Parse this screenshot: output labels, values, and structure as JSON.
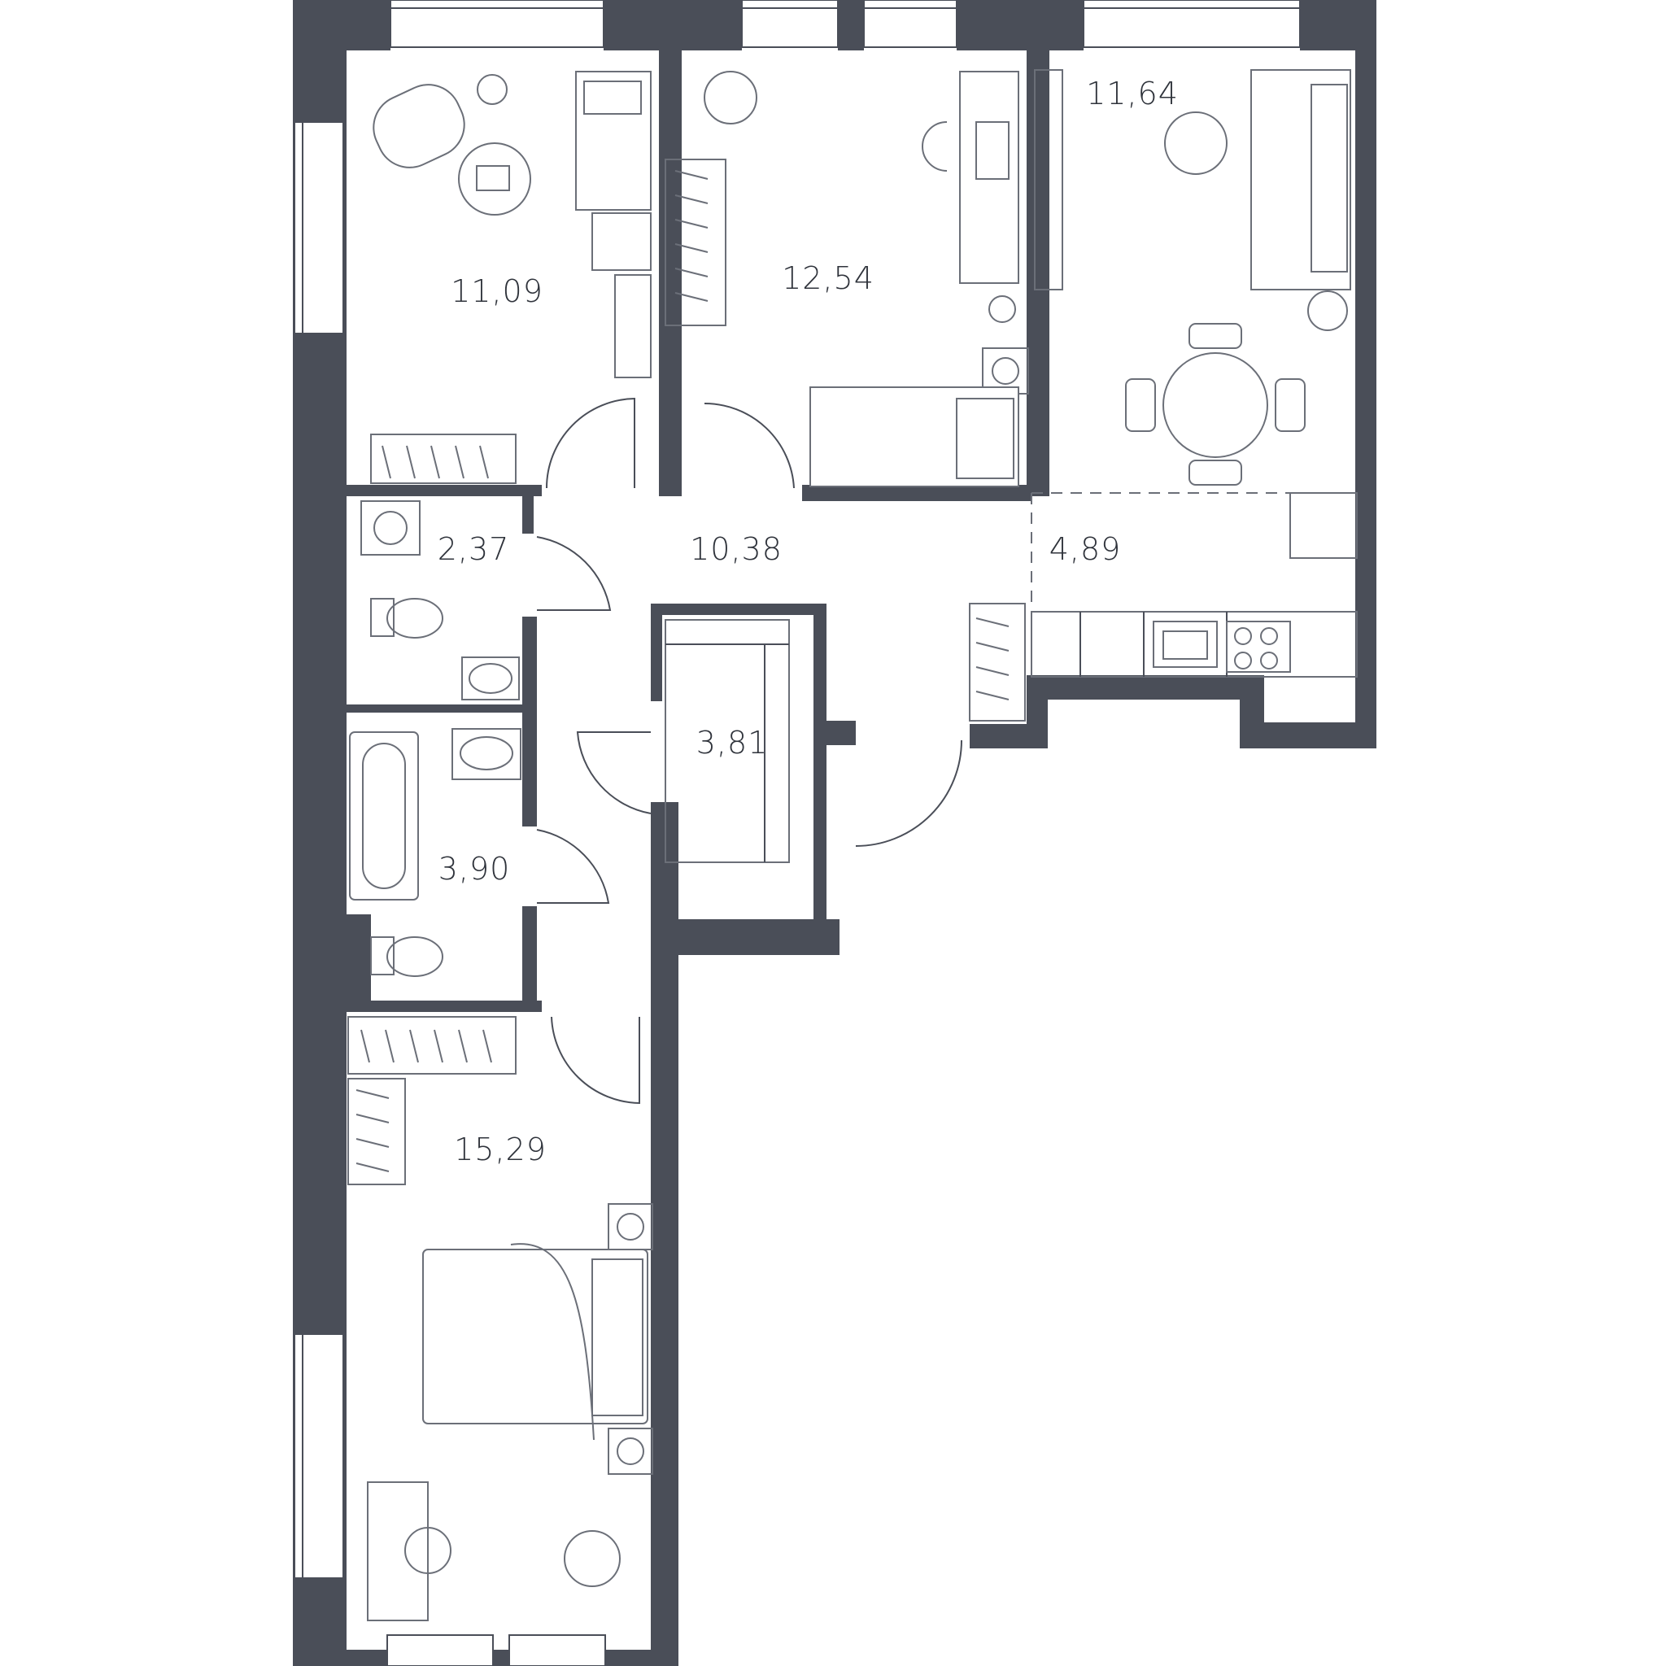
{
  "floorplan": {
    "rooms": [
      {
        "id": "bedroom-top-left",
        "area": "11,09"
      },
      {
        "id": "bedroom-top-middle",
        "area": "12,54"
      },
      {
        "id": "living-room",
        "area": "11,64"
      },
      {
        "id": "toilet",
        "area": "2,37"
      },
      {
        "id": "hallway",
        "area": "10,38"
      },
      {
        "id": "kitchen",
        "area": "4,89"
      },
      {
        "id": "wardrobe",
        "area": "3,81"
      },
      {
        "id": "bathroom",
        "area": "3,90"
      },
      {
        "id": "master-bedroom",
        "area": "15,29"
      }
    ],
    "colors": {
      "wall": "#4a4e58",
      "furniture_line": "#6b6f78",
      "background": "#ffffff",
      "text": "#2f333b"
    }
  }
}
